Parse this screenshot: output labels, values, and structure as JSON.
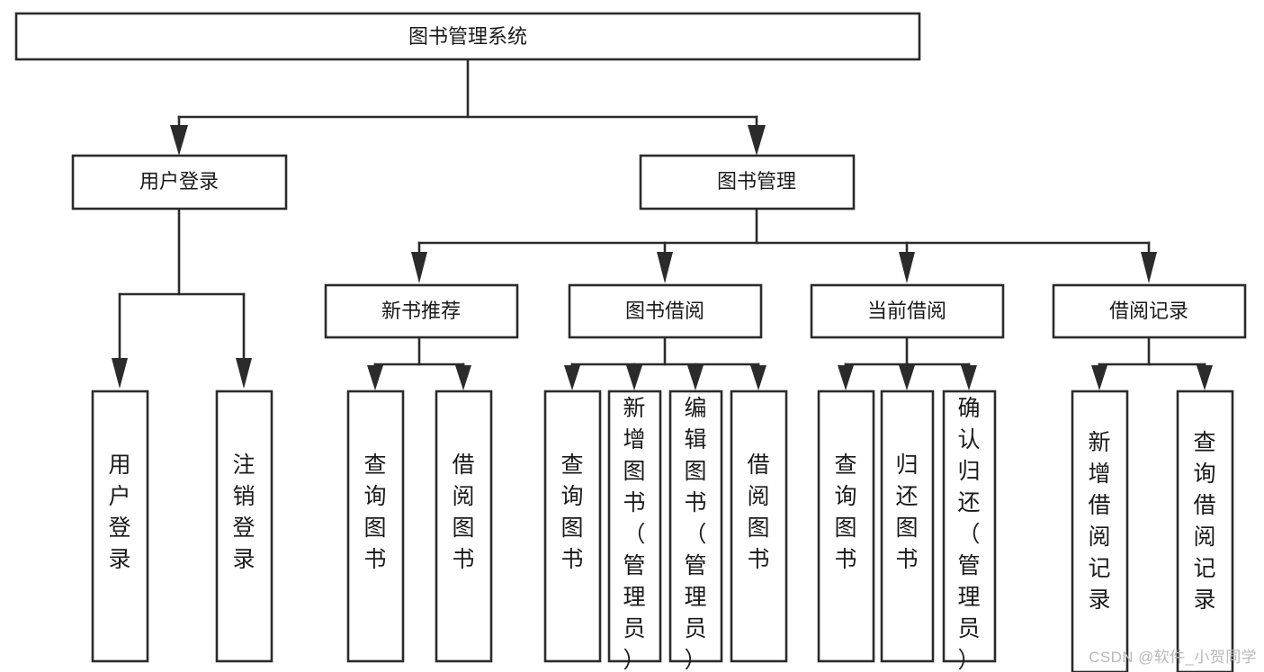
{
  "diagram": {
    "type": "tree",
    "title": "图书管理系统",
    "orientation": "top-down",
    "watermark": "CSDN @软件_小贺同学",
    "colors": {
      "box_stroke": "#2b2b2b",
      "box_fill": "#ffffff",
      "connector": "#2b2b2b",
      "text": "#1a1a1a",
      "watermark": "#b9b9b9",
      "background": "#ffffff"
    },
    "nodes": {
      "root": {
        "label": "图书管理系统",
        "level": 0
      },
      "l1": [
        {
          "label": "用户登录",
          "level": 1
        },
        {
          "label": "图书管理",
          "level": 1
        }
      ],
      "l2": [
        {
          "label": "新书推荐",
          "level": 2,
          "parent": "图书管理"
        },
        {
          "label": "图书借阅",
          "level": 2,
          "parent": "图书管理"
        },
        {
          "label": "当前借阅",
          "level": 2,
          "parent": "图书管理"
        },
        {
          "label": "借阅记录",
          "level": 2,
          "parent": "图书管理"
        }
      ],
      "leaves": [
        {
          "label": "用户登录",
          "parent": "用户登录",
          "group": 0
        },
        {
          "label": "注销登录",
          "parent": "用户登录",
          "group": 0
        },
        {
          "label": "查询图书",
          "parent": "新书推荐",
          "group": 1
        },
        {
          "label": "借阅图书",
          "parent": "新书推荐",
          "group": 1
        },
        {
          "label": "查询图书",
          "parent": "图书借阅",
          "group": 2
        },
        {
          "label": "新增图书（管理员）",
          "parent": "图书借阅",
          "group": 2
        },
        {
          "label": "编辑图书（管理员）",
          "parent": "图书借阅",
          "group": 2
        },
        {
          "label": "借阅图书",
          "parent": "图书借阅",
          "group": 2
        },
        {
          "label": "查询图书",
          "parent": "当前借阅",
          "group": 3
        },
        {
          "label": "归还图书",
          "parent": "当前借阅",
          "group": 3
        },
        {
          "label": "确认归还（管理员）",
          "parent": "当前借阅",
          "group": 3
        },
        {
          "label": "新增借阅记录",
          "parent": "借阅记录",
          "group": 4
        },
        {
          "label": "查询借阅记录",
          "parent": "借阅记录",
          "group": 4
        }
      ]
    }
  }
}
